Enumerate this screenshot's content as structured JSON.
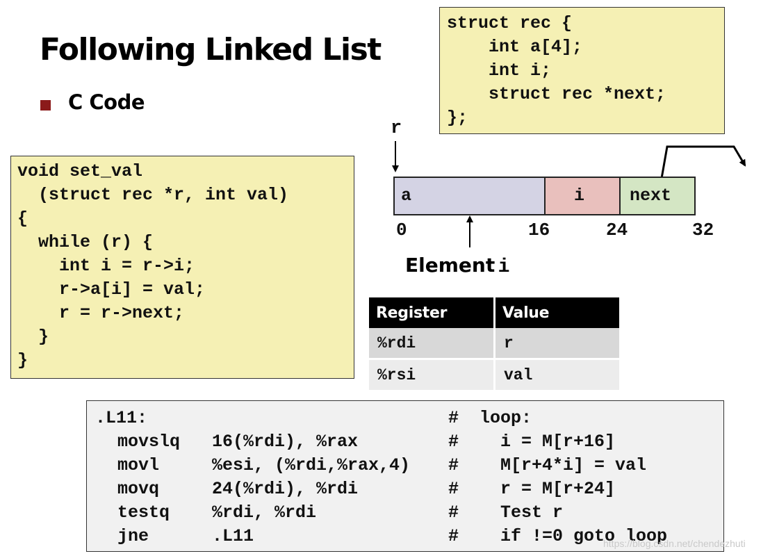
{
  "slide": {
    "title": "Following Linked List",
    "bullet": "C Code"
  },
  "struct_code": [
    "struct rec {",
    "    int a[4];",
    "    int i;",
    "    struct rec *next;",
    "};"
  ],
  "c_code": [
    "void set_val",
    "  (struct rec *r, int val)",
    "{",
    "  while (r) {",
    "    int i = r->i;",
    "    r->a[i] = val;",
    "    r = r->next;",
    "  }",
    "}"
  ],
  "diagram": {
    "pointer_label": "r",
    "fields": [
      "a",
      "i",
      "next"
    ],
    "offsets": [
      "0",
      "16",
      "24",
      "32"
    ],
    "element_label_word": "Element",
    "element_label_var": "i",
    "colors": {
      "a": "#d4d3e4",
      "i": "#e9c0bd",
      "next": "#d4e6c4"
    }
  },
  "register_table": {
    "headers": [
      "Register",
      "Value"
    ],
    "rows": [
      [
        "%rdi",
        "r"
      ],
      [
        "%rsi",
        "val"
      ]
    ]
  },
  "assembly": {
    "label": ".L11:",
    "label_comment": "#  loop:",
    "instructions": [
      {
        "op": "movslq",
        "args": "16(%rdi), %rax",
        "comment": "#    i = M[r+16]"
      },
      {
        "op": "movl",
        "args": "%esi, (%rdi,%rax,4)",
        "comment": "#    M[r+4*i] = val"
      },
      {
        "op": "movq",
        "args": "24(%rdi), %rdi",
        "comment": "#    r = M[r+24]"
      },
      {
        "op": "testq",
        "args": "%rdi, %rdi",
        "comment": "#    Test r"
      },
      {
        "op": "jne",
        "args": ".L11",
        "comment": "#    if !=0 goto loop"
      }
    ]
  },
  "watermark": "https://blog.csdn.net/chendezhuti"
}
